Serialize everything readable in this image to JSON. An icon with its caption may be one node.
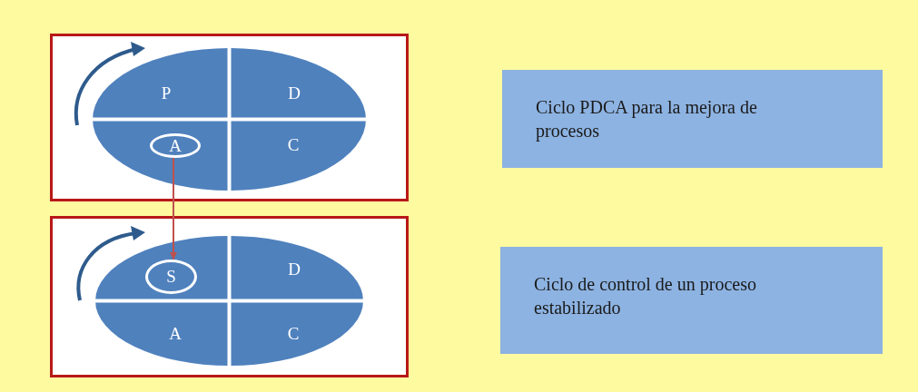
{
  "diagram": {
    "nodes": [
      {
        "text": [],
        "shape": "box"
      },
      {
        "text": [],
        "shape": "ellipse",
        "in": 0
      },
      {
        "text": [
          "P"
        ],
        "in": 1
      },
      {
        "text": [
          "D"
        ],
        "in": 1
      },
      {
        "text": [
          "A"
        ],
        "in": 1
      },
      {
        "text": [
          "C"
        ],
        "in": 1
      },
      {
        "text": [],
        "shape": "box"
      },
      {
        "text": [],
        "shape": "ellipse",
        "in": 6
      },
      {
        "text": [
          "S"
        ],
        "in": 7
      },
      {
        "text": [
          "D"
        ],
        "in": 7
      },
      {
        "text": [
          "A"
        ],
        "in": 7
      },
      {
        "text": [
          "C"
        ],
        "in": 7
      },
      {
        "text": [
          "Ciclo PDCA para la mejora de procesos"
        ]
      },
      {
        "text": [
          "Ciclo de control de un proceso estabilizado"
        ]
      }
    ],
    "edges": [
      {
        "from": 4,
        "to": 8,
        "arrow": "to",
        "color": "#c0504d"
      }
    ]
  }
}
